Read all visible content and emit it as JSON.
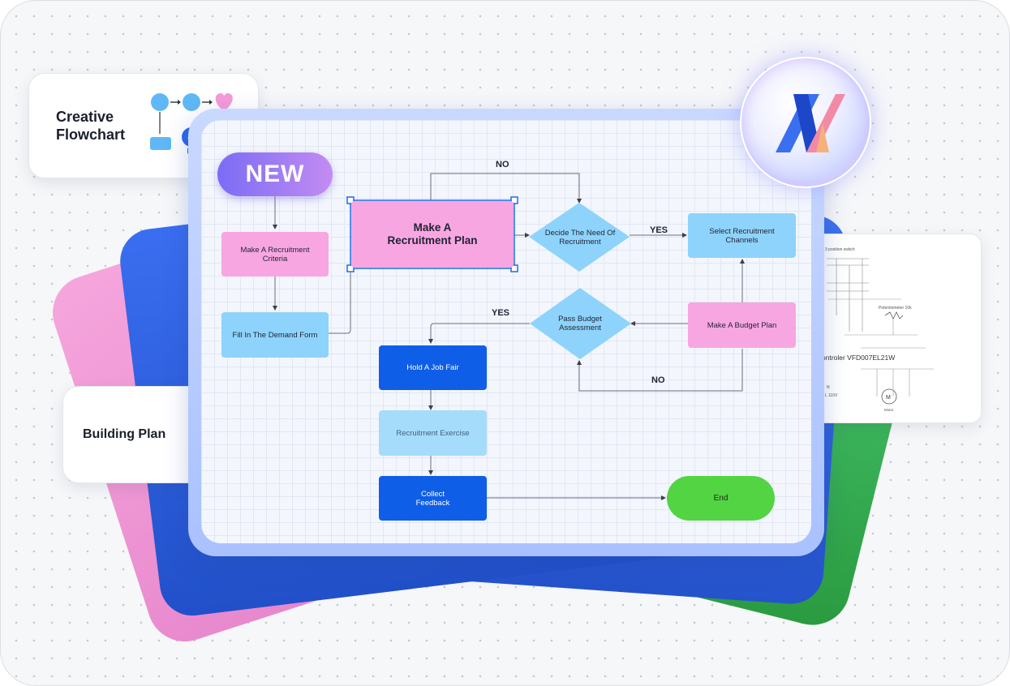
{
  "cards": {
    "creative_title_line1": "Creative",
    "creative_title_line2": "Flowchart",
    "building_title": "Building Plan",
    "circuit_labels": {
      "switch": "3 position switch",
      "potentiometer": "Potentiometer 10k",
      "controller": "ontroler VFD007EL21W",
      "motor_label": "M",
      "motor": "Motor",
      "voltage": "L 110V",
      "n": "N"
    }
  },
  "badge": {
    "label": "NEW"
  },
  "flowchart": {
    "nodes": {
      "criteria": "Make A Recruitment Criteria",
      "demand_form": "Fill In The Demand Form",
      "plan_line1": "Make A",
      "plan_line2": "Recruitment Plan",
      "decide_line1": "Decide The Need Of",
      "decide_line2": "Recruitment",
      "channels": "Select Recruitment Channels",
      "budget_plan": "Make A Budget Plan",
      "assess_line1": "Pass Budget",
      "assess_line2": "Assessment",
      "job_fair": "Hold A Job Fair",
      "exercise": "Recruitment Exercise",
      "feedback_line1": "Collect",
      "feedback_line2": "Feedback",
      "end": "End"
    },
    "edge_labels": {
      "no_top": "NO",
      "yes_right": "YES",
      "yes_left": "YES",
      "no_bottom": "NO"
    },
    "colors": {
      "pink": "#f8a6e2",
      "light_blue": "#8ed3fb",
      "pale_blue": "#a6dcfb",
      "dark_blue": "#0f5ee8",
      "green": "#52d443",
      "selection": "#1e6be6"
    }
  }
}
